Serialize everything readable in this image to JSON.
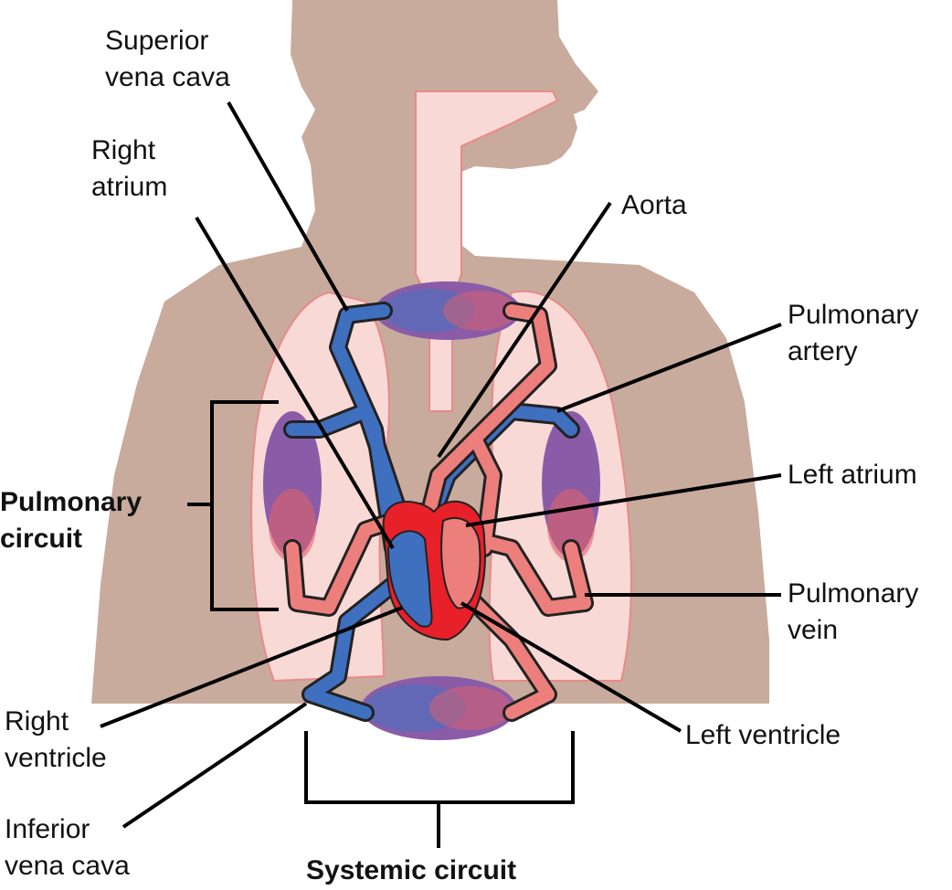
{
  "labels": {
    "superior_vena_cava": [
      "Superior",
      "vena cava"
    ],
    "right_atrium": [
      "Right",
      "atrium"
    ],
    "aorta": "Aorta",
    "pulmonary_artery": [
      "Pulmonary",
      "artery"
    ],
    "pulmonary_circuit": [
      "Pulmonary",
      "circuit"
    ],
    "left_atrium": "Left atrium",
    "pulmonary_vein": [
      "Pulmonary",
      "vein"
    ],
    "right_ventricle": [
      "Right",
      "ventricle"
    ],
    "left_ventricle": "Left ventricle",
    "inferior_vena_cava": [
      "Inferior",
      "vena cava"
    ],
    "systemic_circuit": "Systemic circuit"
  },
  "colors": {
    "body": "#c8ab9c",
    "lung": "#f8d9d6",
    "lung_outline": "#e88a88",
    "deoxygenated": "#3f6fbf",
    "oxygenated": "#ec7f7c",
    "heart": "#e8202a",
    "capillary": "#8a5ca8"
  }
}
